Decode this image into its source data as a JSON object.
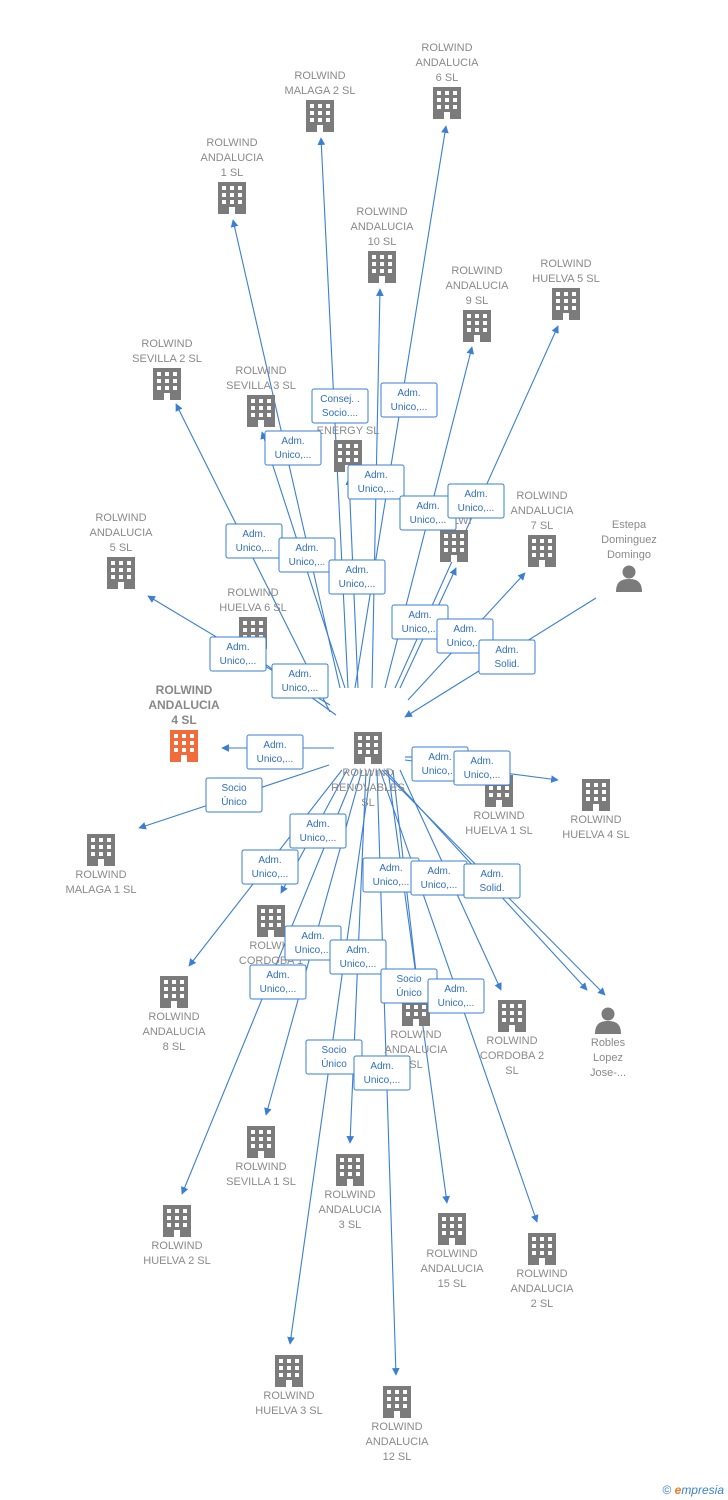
{
  "colors": {
    "edge": "#3a7fd5",
    "building": "#7b7b7b",
    "focus_building": "#f26b3a",
    "person": "#7b7b7b"
  },
  "nodes": [
    {
      "id": "center",
      "type": "building",
      "lines": [
        "ROLWIND",
        "RENOVABLES",
        "SL"
      ]
    },
    {
      "id": "focus",
      "type": "building",
      "focus": true,
      "lines": [
        "ROLWIND",
        "ANDALUCIA",
        "4  SL"
      ]
    },
    {
      "id": "and6",
      "type": "building",
      "lines": [
        "ROLWIND",
        "ANDALUCIA",
        "6  SL"
      ]
    },
    {
      "id": "mal2",
      "type": "building",
      "lines": [
        "ROLWIND",
        "MALAGA 2  SL"
      ]
    },
    {
      "id": "and1",
      "type": "building",
      "lines": [
        "ROLWIND",
        "ANDALUCIA",
        "1  SL"
      ]
    },
    {
      "id": "and10",
      "type": "building",
      "lines": [
        "ROLWIND",
        "ANDALUCIA",
        "10  SL"
      ]
    },
    {
      "id": "and9",
      "type": "building",
      "lines": [
        "ROLWIND",
        "ANDALUCIA",
        "9  SL"
      ]
    },
    {
      "id": "hue5",
      "type": "building",
      "lines": [
        "ROLWIND",
        "HUELVA 5  SL"
      ]
    },
    {
      "id": "sev2",
      "type": "building",
      "lines": [
        "ROLWIND",
        "SEVILLA 2  SL"
      ]
    },
    {
      "id": "sev3",
      "type": "building",
      "lines": [
        "ROLWIND",
        "SEVILLA 3  SL"
      ]
    },
    {
      "id": "energy",
      "type": "building",
      "lines": [
        "NE         TE",
        "ENERGY  SL"
      ]
    },
    {
      "id": "and_hidden",
      "type": "building",
      "lines": [
        "ROLWI"
      ]
    },
    {
      "id": "and7",
      "type": "building",
      "lines": [
        "ROLWIND",
        "ANDALUCIA",
        "7  SL"
      ]
    },
    {
      "id": "estepa",
      "type": "person",
      "lines": [
        "Estepa",
        "Dominguez",
        "Domingo"
      ]
    },
    {
      "id": "and5",
      "type": "building",
      "lines": [
        "ROLWIND",
        "ANDALUCIA",
        "5  SL"
      ]
    },
    {
      "id": "hue6",
      "type": "building",
      "lines": [
        "ROLWIND",
        "HUELVA 6  SL"
      ]
    },
    {
      "id": "hue1",
      "type": "building",
      "lines": [
        "ROLWIND",
        "HUELVA 1  SL"
      ]
    },
    {
      "id": "hue4",
      "type": "building",
      "lines": [
        "ROLWIND",
        "HUELVA 4  SL"
      ]
    },
    {
      "id": "mal1",
      "type": "building",
      "lines": [
        "ROLWIND",
        "MALAGA 1  SL"
      ]
    },
    {
      "id": "cor1",
      "type": "building",
      "lines": [
        "ROLWIN",
        "CORDOBA 1"
      ]
    },
    {
      "id": "and8",
      "type": "building",
      "lines": [
        "ROLWIND",
        "ANDALUCIA",
        "8  SL"
      ]
    },
    {
      "id": "and_mid",
      "type": "building",
      "lines": [
        "ROLWIND",
        "ANDALUCIA",
        "SL"
      ]
    },
    {
      "id": "cor2",
      "type": "building",
      "lines": [
        "ROLWIND",
        "CORDOBA 2",
        "SL"
      ]
    },
    {
      "id": "robles",
      "type": "person",
      "lines": [
        "Robles",
        "Lopez",
        "Jose-..."
      ]
    },
    {
      "id": "sev1",
      "type": "building",
      "lines": [
        "ROLWIND",
        "SEVILLA 1  SL"
      ]
    },
    {
      "id": "and3",
      "type": "building",
      "lines": [
        "ROLWIND",
        "ANDALUCIA",
        "3  SL"
      ]
    },
    {
      "id": "hue2",
      "type": "building",
      "lines": [
        "ROLWIND",
        "HUELVA 2  SL"
      ]
    },
    {
      "id": "and15",
      "type": "building",
      "lines": [
        "ROLWIND",
        "ANDALUCIA",
        "15  SL"
      ]
    },
    {
      "id": "and2",
      "type": "building",
      "lines": [
        "ROLWIND",
        "ANDALUCIA",
        "2  SL"
      ]
    },
    {
      "id": "hue3",
      "type": "building",
      "lines": [
        "ROLWIND",
        "HUELVA 3  SL"
      ]
    },
    {
      "id": "and12",
      "type": "building",
      "lines": [
        "ROLWIND",
        "ANDALUCIA",
        "12  SL"
      ]
    }
  ],
  "edge_labels": [
    [
      "Consej. .",
      "Socio...."
    ],
    [
      "Adm.",
      "Unico,..."
    ],
    [
      "Adm.",
      "Unico,..."
    ],
    [
      "Adm.",
      "Unico,..."
    ],
    [
      "Adm.",
      "Unico,..."
    ],
    [
      "Adm.",
      "Unico,..."
    ],
    [
      "Adm.",
      "Unico,..."
    ],
    [
      "Adm.",
      "Unico,..."
    ],
    [
      "Adm.",
      "Unico,..."
    ],
    [
      "Adm.",
      "Unico,..."
    ],
    [
      "Adm.",
      "Unico,..."
    ],
    [
      "Adm.",
      "Solid."
    ],
    [
      "Adm.",
      "Unico,..."
    ],
    [
      "Adm.",
      "Unico,..."
    ],
    [
      "Adm.",
      "Unico,..."
    ],
    [
      "Socio",
      "Único"
    ],
    [
      "Adm.",
      "Unico,..."
    ],
    [
      "Adm.",
      "Unico,..."
    ],
    [
      "Adm.",
      "Unico,..."
    ],
    [
      "Adm.",
      "Unico,..."
    ],
    [
      "Adm.",
      "Unico,..."
    ],
    [
      "Adm.",
      "Unico,..."
    ],
    [
      "Adm.",
      "Solid."
    ],
    [
      "Adm.",
      "Unico,..."
    ],
    [
      "Adm.",
      "Unico,..."
    ],
    [
      "Socio",
      "Único"
    ],
    [
      "Adm.",
      "Unico,..."
    ],
    [
      "Adm.",
      "Unico,..."
    ],
    [
      "Socio",
      "Único"
    ],
    [
      "Adm.",
      "Unico,..."
    ]
  ],
  "footer": {
    "copyright": "©",
    "brand_e": "e",
    "brand_rest": "mpresia"
  }
}
